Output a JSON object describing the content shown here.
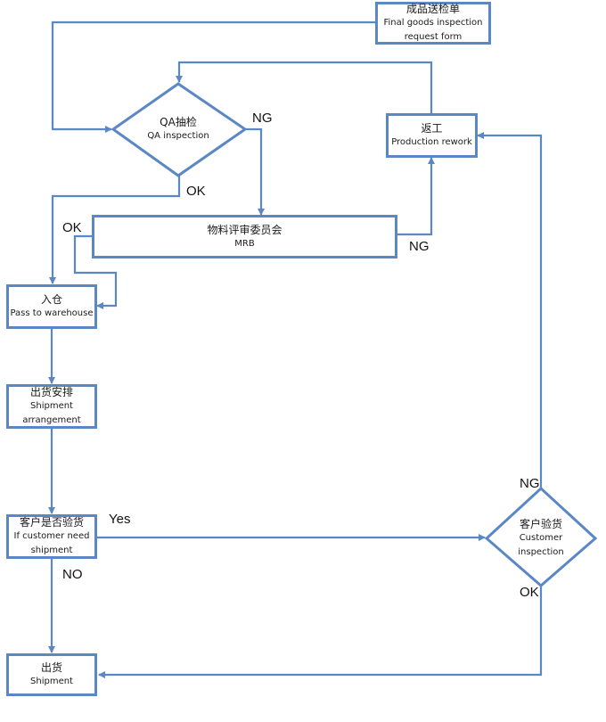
{
  "diagram": {
    "type": "flowchart",
    "colors": {
      "line": "#5b88c4",
      "text": "#1a1a1a",
      "background": "#ffffff"
    },
    "nodes": {
      "request_form": {
        "shape": "rectangle",
        "zh": "成品送检单",
        "en_line1": "Final goods inspection",
        "en_line2": "request form"
      },
      "qa_inspection": {
        "shape": "diamond",
        "zh": "QA抽检",
        "en": "QA inspection"
      },
      "rework": {
        "shape": "rectangle",
        "zh": "返工",
        "en": "Production rework"
      },
      "mrb": {
        "shape": "rectangle",
        "zh": "物料评审委员会",
        "en": "MRB"
      },
      "warehouse": {
        "shape": "rectangle",
        "zh": "入仓",
        "en": "Pass to warehouse"
      },
      "shipment_arrangement": {
        "shape": "rectangle",
        "zh": "出货安排",
        "en_line1": "Shipment",
        "en_line2": "arrangement"
      },
      "customer_need": {
        "shape": "rectangle",
        "zh": "客户是否验货",
        "en_line1": "If customer need",
        "en_line2": "shipment"
      },
      "customer_inspection": {
        "shape": "diamond",
        "zh": "客户验货",
        "en_line1": "Customer",
        "en_line2": "inspection"
      },
      "shipment": {
        "shape": "rectangle",
        "zh": "出货",
        "en": "Shipment"
      }
    },
    "edges": [
      {
        "from": "request_form",
        "to": "qa_inspection",
        "label": ""
      },
      {
        "from": "qa_inspection",
        "to": "mrb",
        "label": "NG"
      },
      {
        "from": "qa_inspection",
        "to": "warehouse",
        "label": "OK"
      },
      {
        "from": "mrb",
        "to": "warehouse",
        "label": "OK"
      },
      {
        "from": "mrb",
        "to": "rework",
        "label": "NG"
      },
      {
        "from": "rework",
        "to": "qa_inspection",
        "label": ""
      },
      {
        "from": "warehouse",
        "to": "shipment_arrangement",
        "label": ""
      },
      {
        "from": "shipment_arrangement",
        "to": "customer_need",
        "label": ""
      },
      {
        "from": "customer_need",
        "to": "customer_inspection",
        "label": "Yes"
      },
      {
        "from": "customer_need",
        "to": "shipment",
        "label": "NO"
      },
      {
        "from": "customer_inspection",
        "to": "rework",
        "label": "NG"
      },
      {
        "from": "customer_inspection",
        "to": "shipment",
        "label": "OK"
      }
    ],
    "labels": {
      "qa_ng": "NG",
      "qa_ok": "OK",
      "mrb_ok": "OK",
      "mrb_ng": "NG",
      "yes": "Yes",
      "no": "NO",
      "cust_ng": "NG",
      "cust_ok": "OK"
    }
  }
}
